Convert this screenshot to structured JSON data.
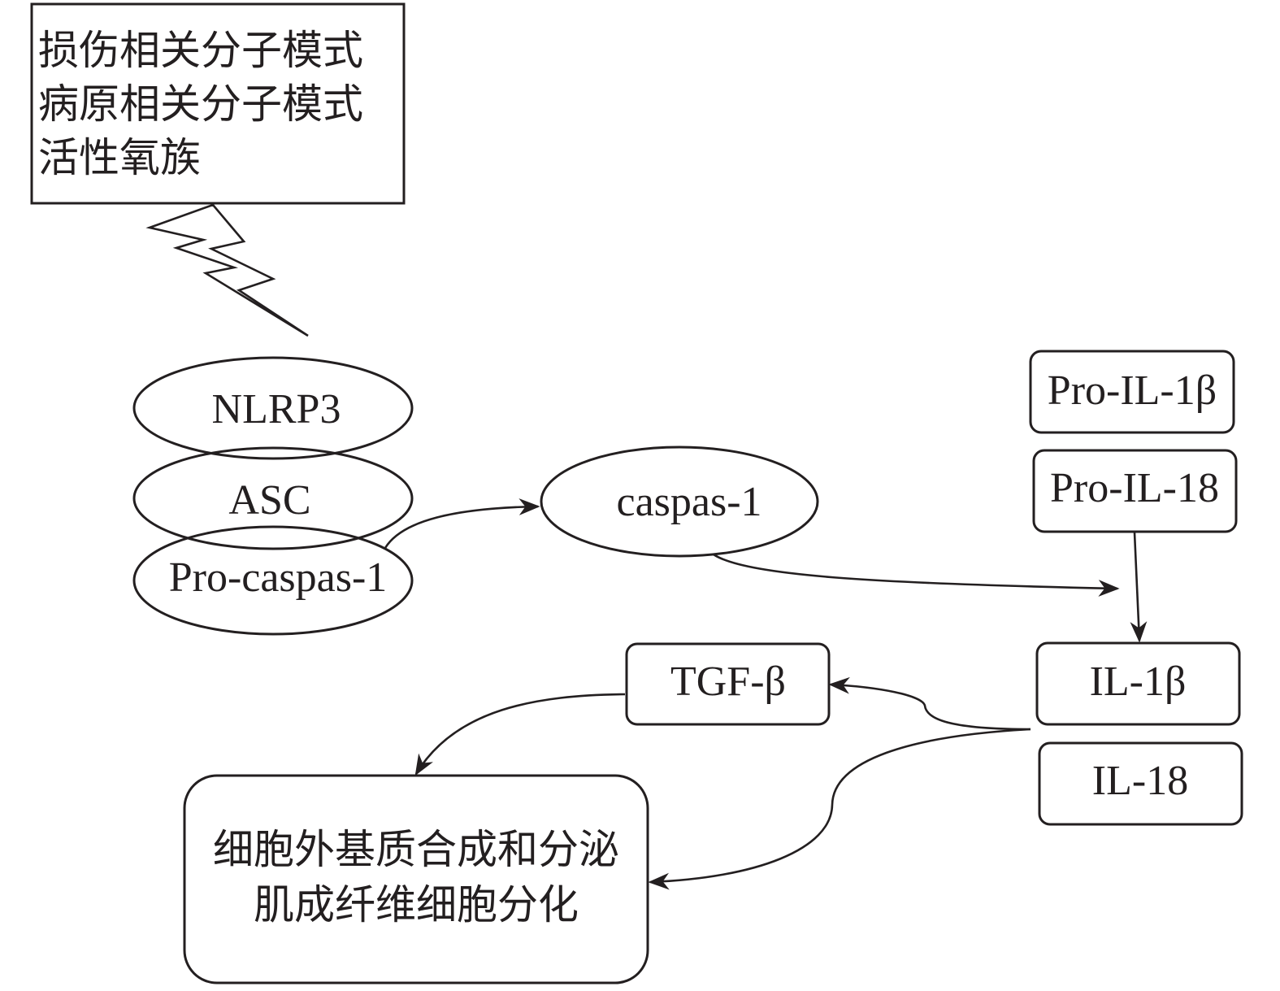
{
  "trigger_box": {
    "lines": [
      "损伤相关分子模式",
      "病原相关分子模式",
      "活性氧族"
    ]
  },
  "inflammasome": {
    "components": [
      "NLRP3",
      "ASC",
      "Pro-caspas-1"
    ]
  },
  "active_enzyme": "caspas-1",
  "precursors": [
    "Pro-IL-1β",
    "Pro-IL-18"
  ],
  "mature_cytokines": [
    "IL-1β",
    "IL-18"
  ],
  "mediator": "TGF-β",
  "outcome_box": {
    "lines": [
      "细胞外基质合成和分泌",
      "肌成纤维细胞分化"
    ]
  },
  "colors": {
    "stroke": "#231f20",
    "background": "#ffffff"
  }
}
